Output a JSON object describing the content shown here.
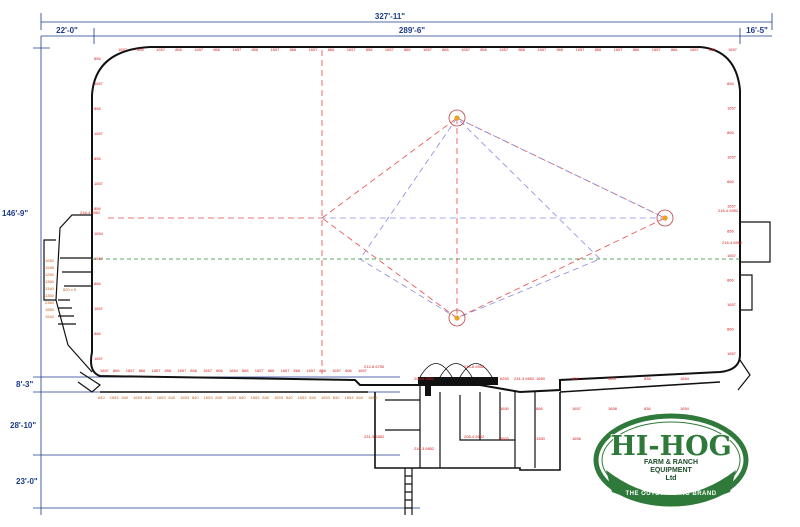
{
  "dimensions": {
    "overall_width": "327'-11\"",
    "left_offset": "22'-0\"",
    "arena_width": "289'-6\"",
    "right_offset": "16'-5\"",
    "overall_height": "146'-9\"",
    "row_height_1": "8'-3\"",
    "row_height_2": "28'-10\"",
    "row_height_3": "23'-0\""
  },
  "panel_codes": {
    "top": [
      "1657",
      "856",
      "1657",
      "866",
      "1657",
      "866",
      "1657",
      "856",
      "1657",
      "866",
      "1657",
      "866",
      "1657",
      "856",
      "1657",
      "866",
      "1657",
      "866",
      "1657",
      "856",
      "1657",
      "866",
      "1657",
      "866",
      "1657",
      "856",
      "1657",
      "866",
      "1657",
      "866",
      "1657",
      "856",
      "1657"
    ],
    "bottom": [
      "1657",
      "866",
      "1657",
      "866",
      "1657",
      "856",
      "1657",
      "866",
      "1657",
      "866",
      "1654",
      "866",
      "1657",
      "866",
      "1657",
      "866",
      "1657",
      "856",
      "1657",
      "866",
      "1657"
    ],
    "left": [
      "856",
      "1657",
      "856",
      "1657",
      "856",
      "1657",
      "856",
      "1654",
      "1657",
      "866",
      "1657",
      "866",
      "1657"
    ],
    "right": [
      "856",
      "1657",
      "866",
      "1657",
      "866",
      "1657",
      "856",
      "1657",
      "866",
      "1657",
      "866",
      "1657"
    ],
    "corridor": [
      "840",
      "1653",
      "840",
      "1653",
      "840",
      "1653",
      "840",
      "1653",
      "840",
      "1653",
      "840",
      "1653",
      "840",
      "1653",
      "840",
      "1653",
      "840",
      "1653",
      "840",
      "1653",
      "840",
      "1653",
      "840",
      "1653"
    ],
    "misc": [
      "6253",
      "1650",
      "856",
      "1657",
      "836",
      "1654",
      "1650",
      "866",
      "1657",
      "1658",
      "836",
      "1654",
      "6553",
      "1550",
      "1656",
      "1657",
      "840",
      "1652"
    ]
  },
  "side_labels": {
    "left_gate": "216-4 6952",
    "right_gate": "216-4 6952",
    "right_gate_2": "216-4 6952",
    "chute_label": "820 x 5",
    "stair_codes": [
      "1650",
      "1558",
      "1250",
      "1360",
      "1340",
      "1350",
      "2360",
      "1550",
      "1540"
    ]
  },
  "lower_labels": [
    "212-6 6750",
    "208-6 6552",
    "214-6 6952",
    "231-3 6652",
    "231-3 6852",
    "216-3 6852",
    "208-4 6552"
  ],
  "logo": {
    "name": "HI-HOG",
    "line1": "FARM & RANCH",
    "line2": "EQUIPMENT",
    "line3": "Ltd",
    "tagline": "THE OUTSTANDING BRAND"
  },
  "colors": {
    "wall": "#111111",
    "dim_line": "#1a3a8a",
    "panel_text": "#d42020",
    "corridor_text": "#c06020",
    "center_line": "#2f8a3a",
    "pivot_line_red": "#e84848",
    "pivot_line_blue": "#8a8ae0",
    "logo_green": "#2f7a3a"
  }
}
